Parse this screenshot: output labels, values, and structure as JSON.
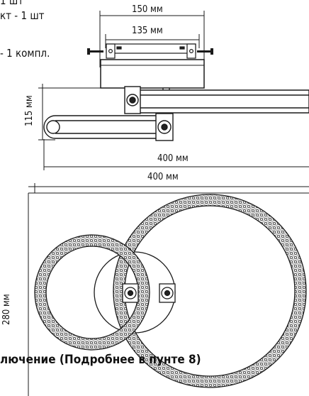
{
  "kit_lines": [
    "1 шт",
    "кт - 1 шт",
    "- 1 компл."
  ],
  "dims": {
    "top_outer": "150 мм",
    "top_inner": "135 мм",
    "height_side": "115 мм",
    "side_width": "400 мм",
    "plan_width": "400 мм",
    "plan_height": "280 мм"
  },
  "connection_note": "лючение (Подробнее в пунте 8)",
  "colors": {
    "line": "#1a1a1a",
    "ring_fill": "#e9e9e9"
  }
}
